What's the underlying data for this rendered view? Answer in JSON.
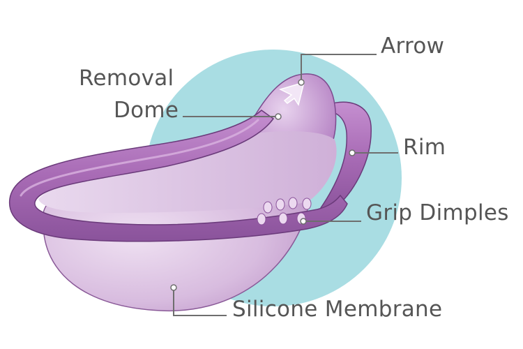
{
  "diagram": {
    "labels": {
      "arrow": "Arrow",
      "removal_dome_line1": "Removal",
      "removal_dome_line2": "Dome",
      "rim": "Rim",
      "grip_dimples": "Grip Dimples",
      "silicone_membrane": "Silicone Membrane"
    },
    "colors": {
      "background_circle": "#a9dde3",
      "membrane_fill": "#d8bcdf",
      "rim_fill": "#a86bb5",
      "rim_dark": "#7d4a8e",
      "outline": "#6a3a7a",
      "leader_line": "#6e6e6e",
      "label_text": "#555555"
    },
    "icons": [
      "removal-arrow-icon"
    ]
  }
}
